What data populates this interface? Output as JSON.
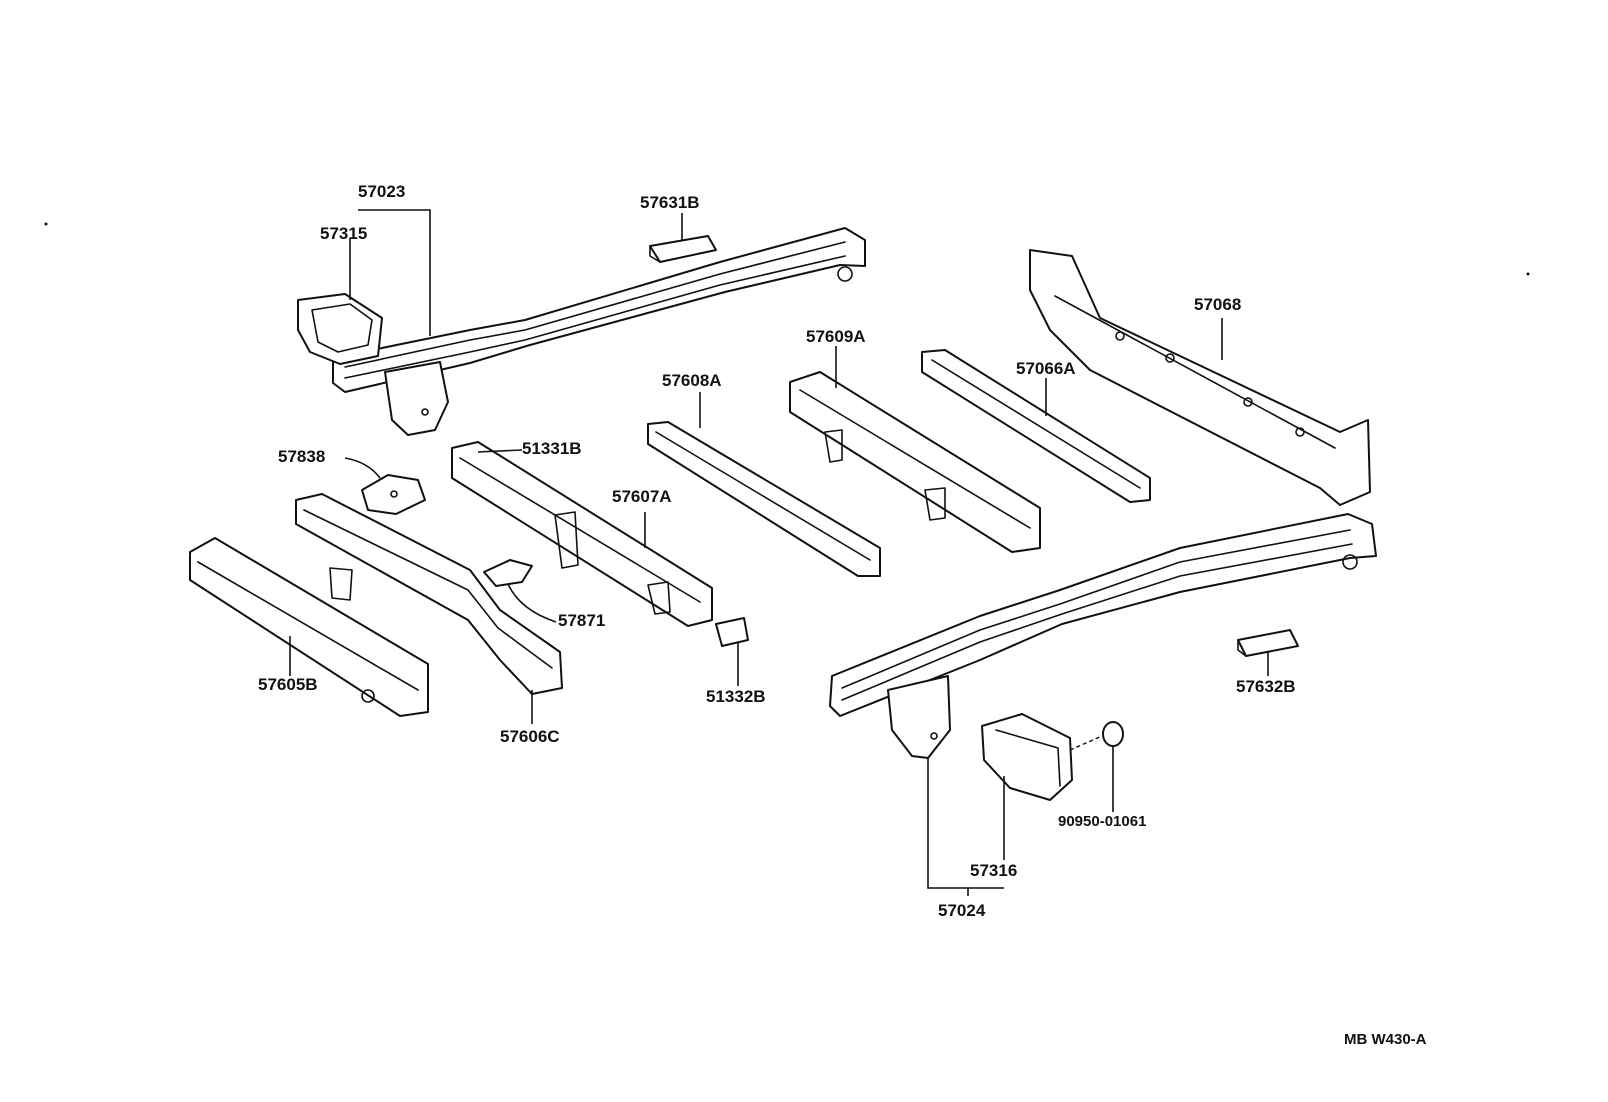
{
  "diagram": {
    "code": "MB W430-A",
    "labels": {
      "p57023": "57023",
      "p57315": "57315",
      "p57631B": "57631B",
      "p57068": "57068",
      "p57609A": "57609A",
      "p57066A": "57066A",
      "p57608A": "57608A",
      "p57838": "57838",
      "p51331B": "51331B",
      "p57607A": "57607A",
      "p57871": "57871",
      "p57605B": "57605B",
      "p57606C": "57606C",
      "p51332B": "51332B",
      "p57632B": "57632B",
      "p90950": "90950-01061",
      "p57316": "57316",
      "p57024": "57024"
    }
  }
}
